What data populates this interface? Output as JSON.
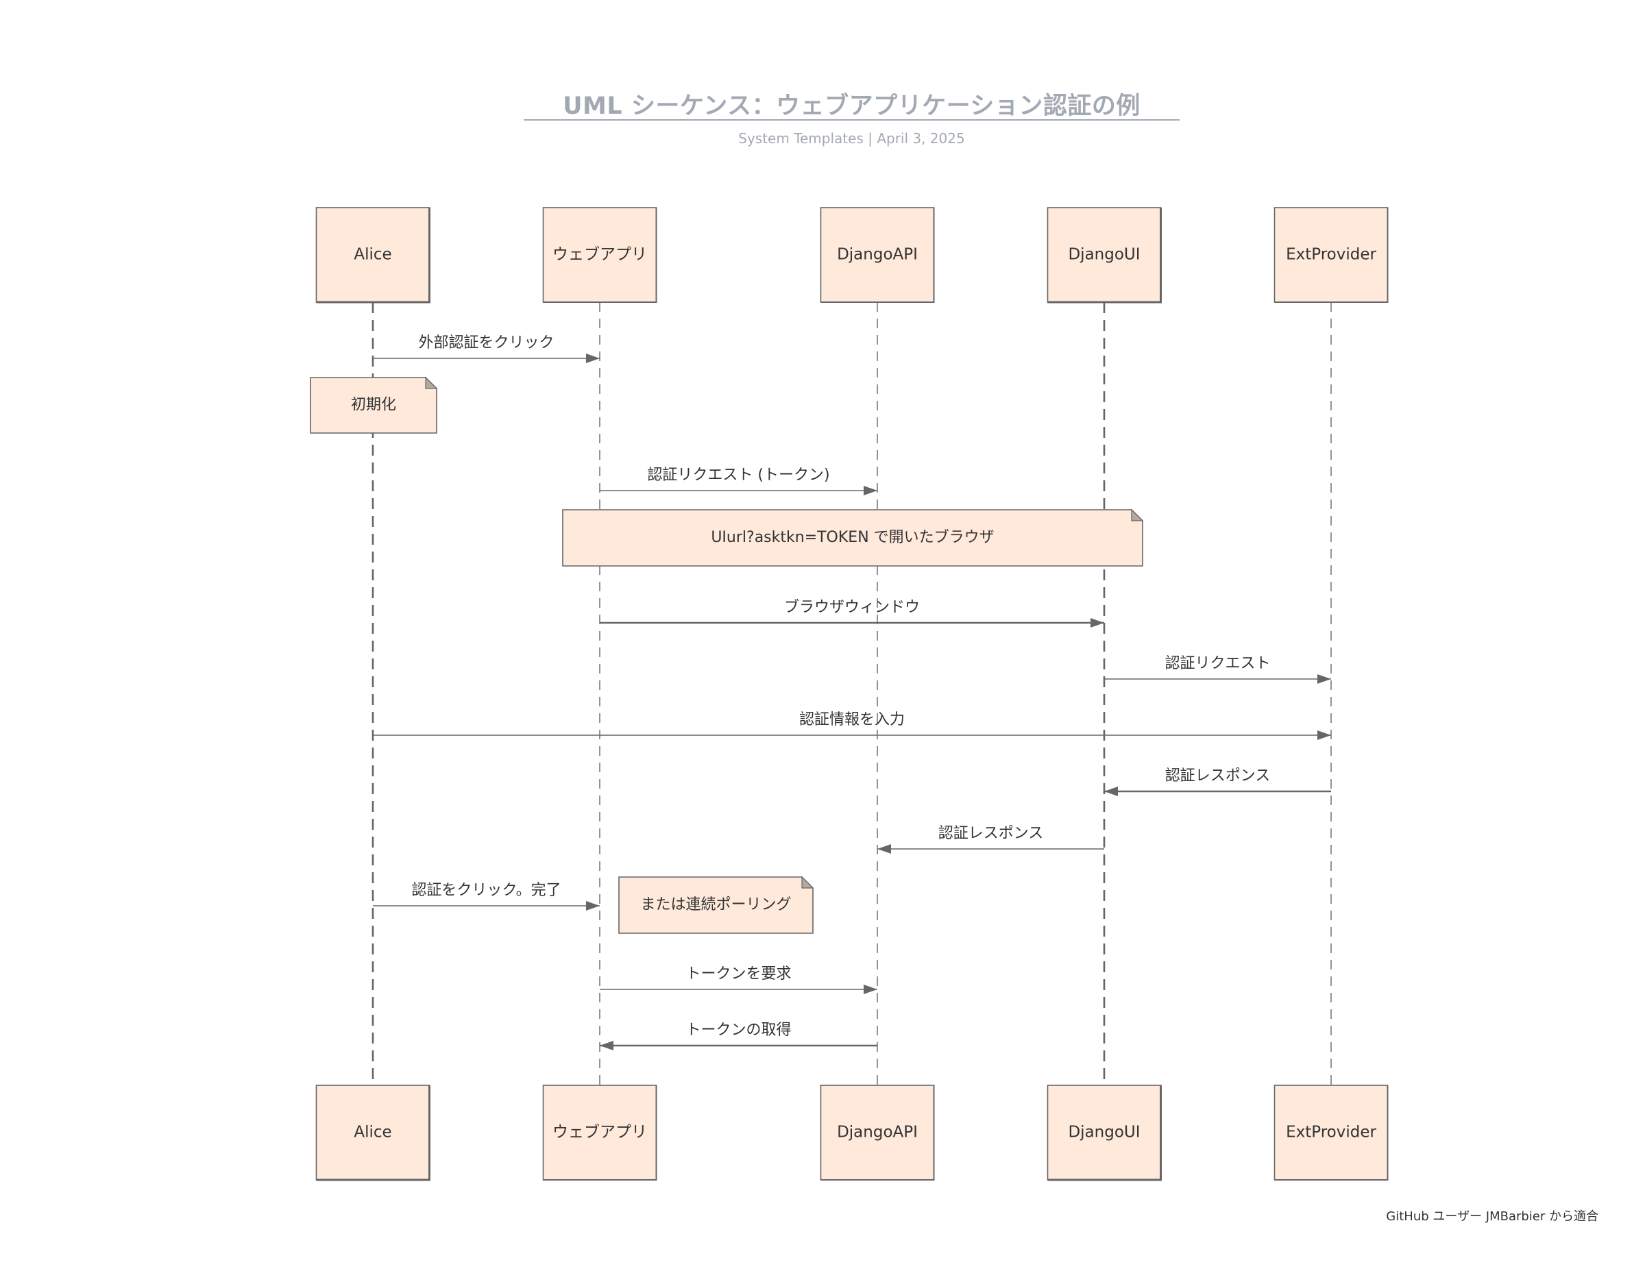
{
  "header": {
    "title": "UML シーケンス：ウェブアプリケーション認証の例",
    "subtitle": "System Templates  |  April 3, 2025"
  },
  "colors": {
    "box_fill": "#fee9db",
    "box_stroke": "#666666",
    "line": "#666666",
    "text": "#333333",
    "title": "#a3a9b3",
    "note_fold": "#b5a89f"
  },
  "participants": [
    {
      "id": "alice",
      "label": "Alice",
      "emphasis": true
    },
    {
      "id": "webapp",
      "label": "ウェブアプリ",
      "emphasis": false
    },
    {
      "id": "djangoapi",
      "label": "DjangoAPI",
      "emphasis": false
    },
    {
      "id": "djangoui",
      "label": "DjangoUI",
      "emphasis": true
    },
    {
      "id": "extprovider",
      "label": "ExtProvider",
      "emphasis": false
    }
  ],
  "events": [
    {
      "type": "message",
      "from": "alice",
      "to": "webapp",
      "label": "外部認証をクリック"
    },
    {
      "type": "note",
      "over": [
        "alice"
      ],
      "label": "初期化"
    },
    {
      "type": "message",
      "from": "webapp",
      "to": "djangoapi",
      "label": "認証リクエスト (トークン)"
    },
    {
      "type": "note",
      "over": [
        "webapp",
        "djangoui"
      ],
      "label": "UIurl?asktkn=TOKEN で開いたブラウザ"
    },
    {
      "type": "message",
      "from": "webapp",
      "to": "djangoui",
      "label": "ブラウザウィンドウ"
    },
    {
      "type": "message",
      "from": "djangoui",
      "to": "extprovider",
      "label": "認証リクエスト"
    },
    {
      "type": "message",
      "from": "alice",
      "to": "extprovider",
      "label": "認証情報を入力"
    },
    {
      "type": "message",
      "from": "extprovider",
      "to": "djangoui",
      "label": "認証レスポンス"
    },
    {
      "type": "message",
      "from": "djangoui",
      "to": "djangoapi",
      "label": "認証レスポンス"
    },
    {
      "type": "message",
      "from": "alice",
      "to": "webapp",
      "label": "認証をクリック。完了"
    },
    {
      "type": "note",
      "right_of": "webapp",
      "label": "または連続ポーリング"
    },
    {
      "type": "message",
      "from": "webapp",
      "to": "djangoapi",
      "label": "トークンを要求"
    },
    {
      "type": "message",
      "from": "djangoapi",
      "to": "webapp",
      "label": "トークンの取得"
    }
  ],
  "footer": {
    "credit": "GitHub ユーザー JMBarbier から適合"
  }
}
